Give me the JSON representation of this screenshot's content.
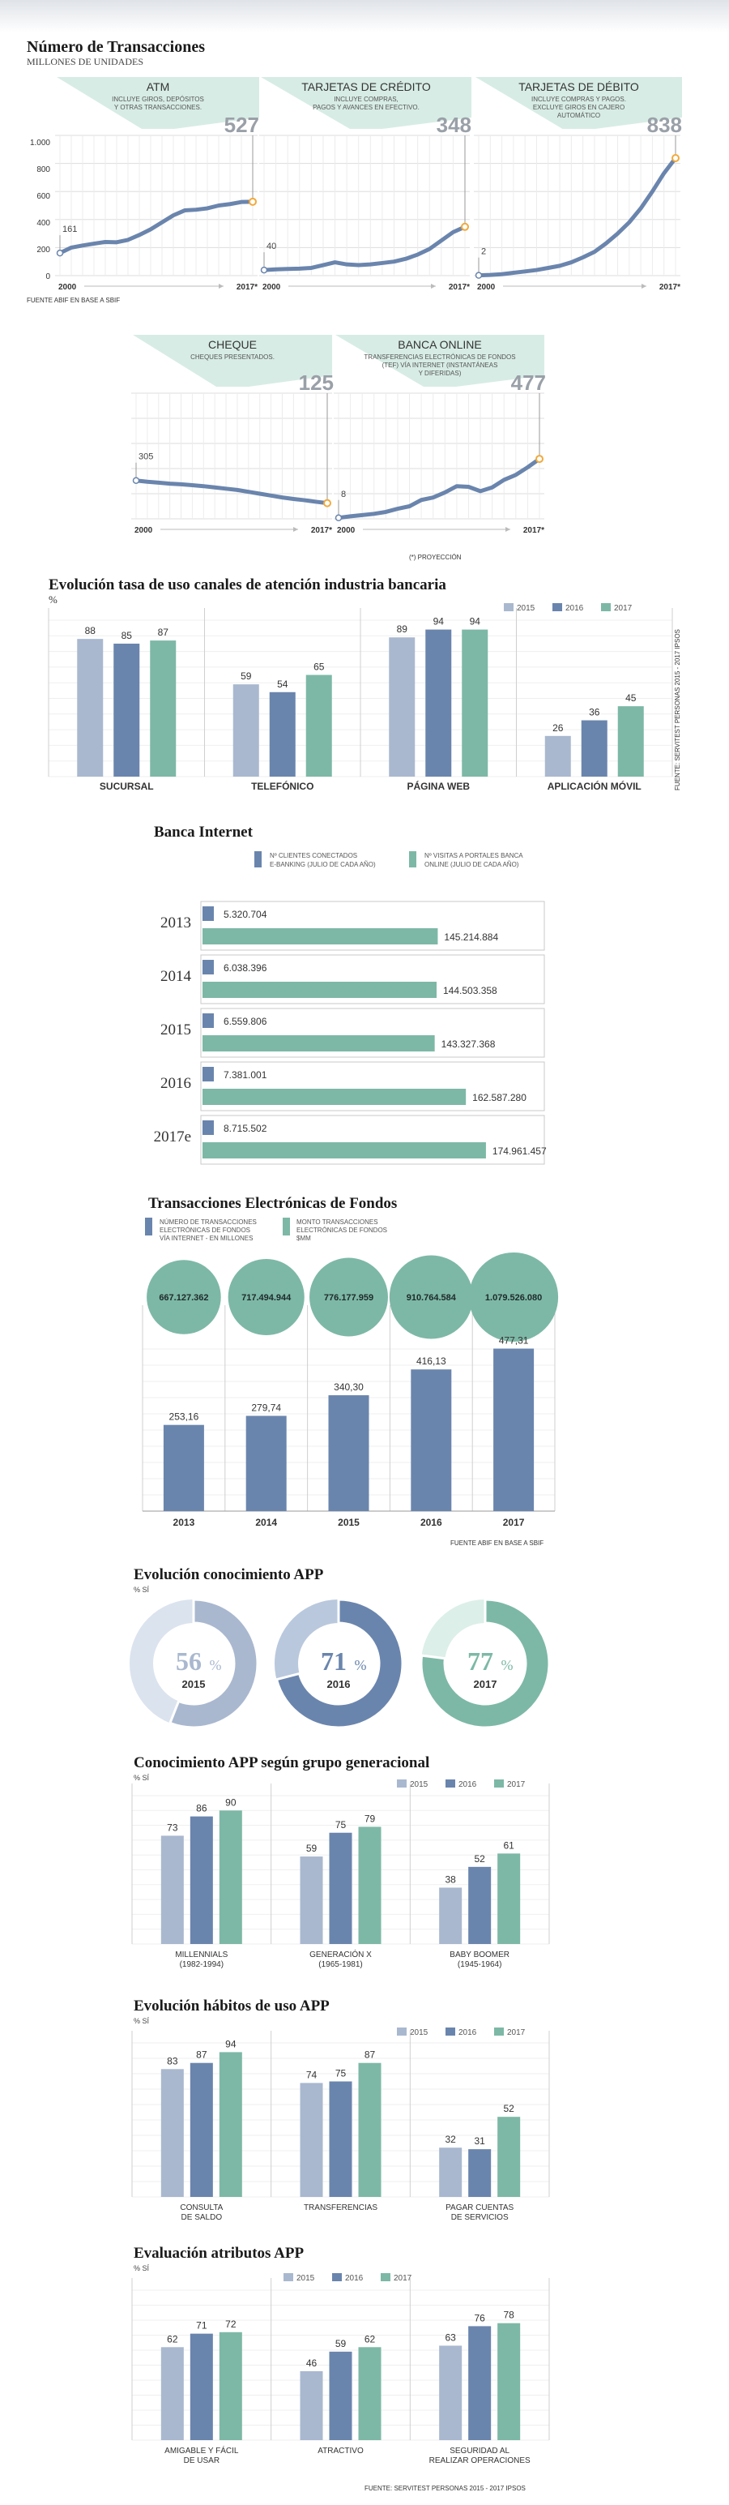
{
  "colors": {
    "c2015": "#a9b8cf",
    "c2016": "#6a85ad",
    "c2017": "#7db8a6",
    "line": "#6a85ad",
    "dot": "#f2a93b",
    "panel": "#d7ece5",
    "grid": "#dddddd",
    "text": "#333333",
    "light": "#8a8a8a"
  },
  "numero": {
    "title": "Número de Transacciones",
    "subtitle": "MILLONES DE UNIDADES",
    "source": "FUENTE ABIF EN BASE A SBIF",
    "projection_note": "(*) PROYECCIÓN",
    "x_start": "2000",
    "x_end": "2017*",
    "y_ticks": [
      "1.000",
      "800",
      "600",
      "400",
      "200",
      "0"
    ],
    "panels": [
      {
        "name": "ATM",
        "desc": [
          "INCLUYE GIROS, DEPÓSITOS",
          "Y OTRAS TRANSACCIONES."
        ],
        "start_label": "161",
        "end_label": "527",
        "chart_data": {
          "type": "line",
          "x": [
            2000,
            2001,
            2002,
            2003,
            2004,
            2005,
            2006,
            2007,
            2008,
            2009,
            2010,
            2011,
            2012,
            2013,
            2014,
            2015,
            2016,
            2017
          ],
          "y": [
            161,
            200,
            215,
            228,
            240,
            238,
            255,
            290,
            330,
            380,
            430,
            465,
            470,
            480,
            500,
            510,
            525,
            527
          ],
          "ylim": [
            0,
            1000
          ]
        }
      },
      {
        "name": "TARJETAS DE CRÉDITO",
        "desc": [
          "INCLUYE COMPRAS,",
          "PAGOS Y AVANCES EN EFECTIVO."
        ],
        "start_label": "40",
        "end_label": "348",
        "chart_data": {
          "type": "line",
          "x": [
            2000,
            2001,
            2002,
            2003,
            2004,
            2005,
            2006,
            2007,
            2008,
            2009,
            2010,
            2011,
            2012,
            2013,
            2014,
            2015,
            2016,
            2017
          ],
          "y": [
            40,
            45,
            48,
            50,
            55,
            75,
            95,
            80,
            75,
            80,
            90,
            100,
            120,
            150,
            190,
            250,
            310,
            348
          ],
          "ylim": [
            0,
            1000
          ]
        }
      },
      {
        "name": "TARJETAS DE DÉBITO",
        "desc": [
          "INCLUYE COMPRAS Y PAGOS.",
          "EXCLUYE GIROS EN CAJERO",
          "AUTOMÁTICO"
        ],
        "start_label": "2",
        "end_label": "838",
        "chart_data": {
          "type": "line",
          "x": [
            2000,
            2001,
            2002,
            2003,
            2004,
            2005,
            2006,
            2007,
            2008,
            2009,
            2010,
            2011,
            2012,
            2013,
            2014,
            2015,
            2016,
            2017
          ],
          "y": [
            2,
            5,
            10,
            20,
            30,
            40,
            55,
            70,
            95,
            130,
            170,
            230,
            300,
            380,
            480,
            600,
            730,
            838
          ],
          "ylim": [
            0,
            1000
          ]
        }
      },
      {
        "name": "CHEQUE",
        "desc": [
          "CHEQUES PRESENTADOS."
        ],
        "start_label": "305",
        "end_label": "125",
        "chart_data": {
          "type": "line",
          "x": [
            2000,
            2001,
            2002,
            2003,
            2004,
            2005,
            2006,
            2007,
            2008,
            2009,
            2010,
            2011,
            2012,
            2013,
            2014,
            2015,
            2016,
            2017
          ],
          "y": [
            305,
            295,
            288,
            280,
            275,
            268,
            260,
            250,
            240,
            230,
            215,
            200,
            185,
            170,
            158,
            148,
            136,
            125
          ],
          "ylim": [
            0,
            1000
          ]
        }
      },
      {
        "name": "BANCA ONLINE",
        "desc": [
          "TRANSFERENCIAS ELECTRÓNICAS DE FONDOS",
          "(TEF) VÍA INTERNET (INSTANTÁNEAS",
          "Y DIFERIDAS)"
        ],
        "start_label": "8",
        "end_label": "477",
        "chart_data": {
          "type": "line",
          "x": [
            2000,
            2001,
            2002,
            2003,
            2004,
            2005,
            2006,
            2007,
            2008,
            2009,
            2010,
            2011,
            2012,
            2013,
            2014,
            2015,
            2016,
            2017
          ],
          "y": [
            8,
            20,
            30,
            40,
            55,
            80,
            100,
            150,
            170,
            210,
            260,
            255,
            220,
            250,
            310,
            350,
            410,
            477
          ],
          "ylim": [
            0,
            1000
          ]
        }
      }
    ]
  },
  "evolucion_tasa": {
    "title": "Evolución tasa de uso canales de atención industria bancaria",
    "unit": "%",
    "source": "FUENTE: SERVITEST PERSONAS 2015 - 2017 IPSOS",
    "legend": [
      "2015",
      "2016",
      "2017"
    ],
    "chart_data": {
      "type": "bar",
      "categories": [
        "SUCURSAL",
        "TELEFÓNICO",
        "PÁGINA WEB",
        "APLICACIÓN MÓVIL"
      ],
      "series": [
        {
          "name": "2015",
          "values": [
            88,
            59,
            89,
            26
          ]
        },
        {
          "name": "2016",
          "values": [
            85,
            54,
            94,
            36
          ]
        },
        {
          "name": "2017",
          "values": [
            87,
            65,
            94,
            45
          ]
        }
      ],
      "ylim": [
        0,
        100
      ]
    }
  },
  "banca_internet": {
    "title": "Banca Internet",
    "legend": [
      {
        "text": [
          "Nº CLIENTES CONECTADOS",
          "E-BANKING (JULIO DE CADA AÑO)"
        ]
      },
      {
        "text": [
          "Nº VISITAS A PORTALES BANCA",
          "ONLINE (JULIO DE CADA AÑO)"
        ]
      }
    ],
    "chart_data": {
      "type": "bar",
      "categories": [
        "2013",
        "2014",
        "2015",
        "2016",
        "2017e"
      ],
      "series": [
        {
          "name": "Nº CLIENTES CONECTADOS E-BANKING (JULIO DE CADA AÑO)",
          "values": [
            5320704,
            6038396,
            6559806,
            7381001,
            8715502
          ],
          "labels": [
            "5.320.704",
            "6.038.396",
            "6.559.806",
            "7.381.001",
            "8.715.502"
          ]
        },
        {
          "name": "Nº VISITAS A PORTALES BANCA ONLINE (JULIO DE CADA AÑO)",
          "values": [
            145214884,
            144503358,
            143327368,
            162587280,
            174961457
          ],
          "labels": [
            "145.214.884",
            "144.503.358",
            "143.327.368",
            "162.587.280",
            "174.961.457"
          ]
        }
      ]
    }
  },
  "tef": {
    "title": "Transacciones Electrónicas de Fondos",
    "legend": [
      {
        "text": [
          "NÚMERO DE TRANSACCIONES",
          "ELECTRÓNICAS DE FONDOS",
          "VÍA INTERNET - EN MILLONES"
        ]
      },
      {
        "text": [
          "MONTO TRANSACCIONES",
          "ELECTRÓNICAS DE FONDOS",
          "$MM"
        ]
      }
    ],
    "source": "FUENTE ABIF EN BASE A SBIF",
    "chart_data": {
      "type": "bar",
      "categories": [
        "2013",
        "2014",
        "2015",
        "2016",
        "2017"
      ],
      "series": [
        {
          "name": "NÚMERO DE TRANSACCIONES ELECTRÓNICAS DE FONDOS VÍA INTERNET - EN MILLONES",
          "values": [
            253.16,
            279.74,
            340.3,
            416.13,
            477.31
          ],
          "labels": [
            "253,16",
            "279,74",
            "340,30",
            "416,13",
            "477,31"
          ]
        },
        {
          "name": "MONTO TRANSACCIONES ELECTRÓNICAS DE FONDOS $MM",
          "values": [
            667127362,
            717494944,
            776177959,
            910764584,
            1079526080
          ],
          "labels": [
            "667.127.362",
            "717.494.944",
            "776.177.959",
            "910.764.584",
            "1.079.526.080"
          ]
        }
      ]
    }
  },
  "conocimiento_app": {
    "title": "Evolución conocimiento APP",
    "unit": "% SÍ",
    "chart_data": [
      {
        "type": "pie",
        "year": "2015",
        "value": 56,
        "label": "56",
        "pct": "%"
      },
      {
        "type": "pie",
        "year": "2016",
        "value": 71,
        "label": "71",
        "pct": "%"
      },
      {
        "type": "pie",
        "year": "2017",
        "value": 77,
        "label": "77",
        "pct": "%"
      }
    ]
  },
  "generacional": {
    "title": "Conocimiento APP según grupo generacional",
    "unit": "% SÍ",
    "legend": [
      "2015",
      "2016",
      "2017"
    ],
    "chart_data": {
      "type": "bar",
      "categories": [
        [
          "MILLENNIALS",
          "(1982-1994)"
        ],
        [
          "GENERACIÓN X",
          "(1965-1981)"
        ],
        [
          "BABY BOOMER",
          "(1945-1964)"
        ]
      ],
      "series": [
        {
          "name": "2015",
          "values": [
            73,
            59,
            38
          ]
        },
        {
          "name": "2016",
          "values": [
            86,
            75,
            52
          ]
        },
        {
          "name": "2017",
          "values": [
            90,
            79,
            61
          ]
        }
      ],
      "ylim": [
        0,
        100
      ]
    }
  },
  "habitos": {
    "title": "Evolución hábitos de uso APP",
    "unit": "% SÍ",
    "legend": [
      "2015",
      "2016",
      "2017"
    ],
    "chart_data": {
      "type": "bar",
      "categories": [
        [
          "CONSULTA",
          "DE SALDO"
        ],
        [
          "TRANSFERENCIAS"
        ],
        [
          "PAGAR CUENTAS",
          "DE SERVICIOS"
        ]
      ],
      "series": [
        {
          "name": "2015",
          "values": [
            83,
            74,
            32
          ]
        },
        {
          "name": "2016",
          "values": [
            87,
            75,
            31
          ]
        },
        {
          "name": "2017",
          "values": [
            94,
            87,
            52
          ]
        }
      ],
      "ylim": [
        0,
        100
      ]
    }
  },
  "atributos": {
    "title": "Evaluación atributos APP",
    "unit": "% SÍ",
    "legend": [
      "2015",
      "2016",
      "2017"
    ],
    "source": "FUENTE: SERVITEST PERSONAS 2015 - 2017 IPSOS",
    "chart_data": {
      "type": "bar",
      "categories": [
        [
          "AMIGABLE Y FÁCIL",
          "DE USAR"
        ],
        [
          "ATRACTIVO"
        ],
        [
          "SEGURIDAD AL",
          "REALIZAR OPERACIONES"
        ]
      ],
      "series": [
        {
          "name": "2015",
          "values": [
            62,
            46,
            63
          ]
        },
        {
          "name": "2016",
          "values": [
            71,
            59,
            76
          ]
        },
        {
          "name": "2017",
          "values": [
            72,
            62,
            78
          ]
        }
      ],
      "ylim": [
        0,
        100
      ]
    }
  }
}
